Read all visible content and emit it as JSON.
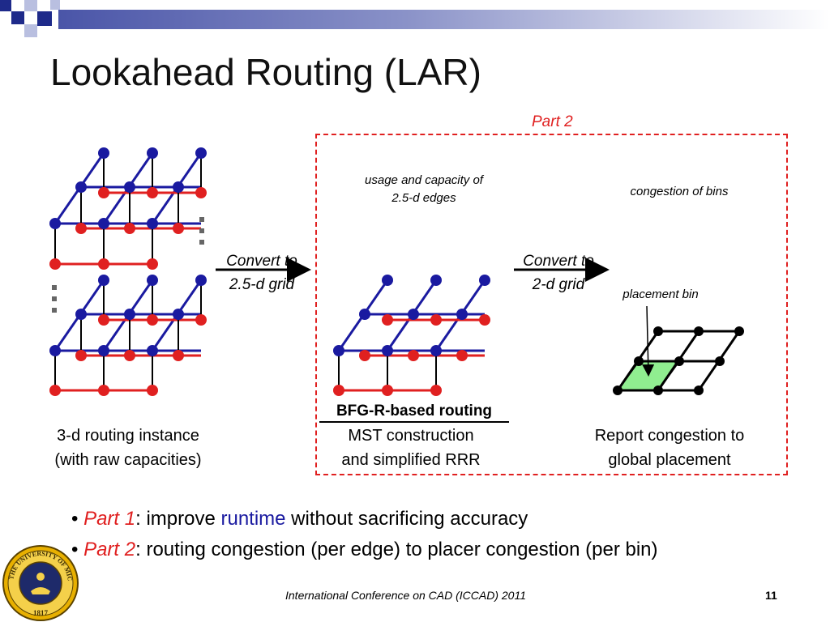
{
  "slide": {
    "title": "Lookahead Routing (LAR)",
    "part2_label": "Part 2",
    "arrow1": {
      "line1": "Convert to",
      "line2": "2.5-d grid"
    },
    "arrow2": {
      "line1": "Convert to",
      "line2": "2-d grid"
    },
    "usage_note": {
      "line1": "usage and capacity of",
      "line2": "2.5-d edges"
    },
    "congestion_note": "congestion of bins",
    "placement_bin_label": "placement bin",
    "bfg_label": "BFG-R-based routing",
    "caption_left": {
      "line1": "3-d routing instance",
      "line2": "(with raw capacities)"
    },
    "caption_mid": {
      "line1": "MST construction",
      "line2": "and simplified RRR"
    },
    "caption_right": {
      "line1": "Report congestion to",
      "line2": "global placement"
    },
    "bullets": [
      {
        "bullet": "•",
        "prefix": "Part 1",
        "colon": ":",
        "t1": " improve ",
        "highlight": "runtime",
        "t2": " without sacrificing accuracy"
      },
      {
        "bullet": "•",
        "prefix": "Part 2",
        "colon": ":",
        "t1": " routing congestion (per edge) to placer congestion (per bin)"
      }
    ],
    "footer": "International Conference on CAD (ICCAD) 2011",
    "page_number": "11",
    "seal_text": "THE UNIVERSITY OF MICHIGAN",
    "seal_year": "1817",
    "colors": {
      "red": "#e02020",
      "blue": "#1a1aa0",
      "green": "#90ee90",
      "title_bar": "#4a55a8"
    }
  }
}
